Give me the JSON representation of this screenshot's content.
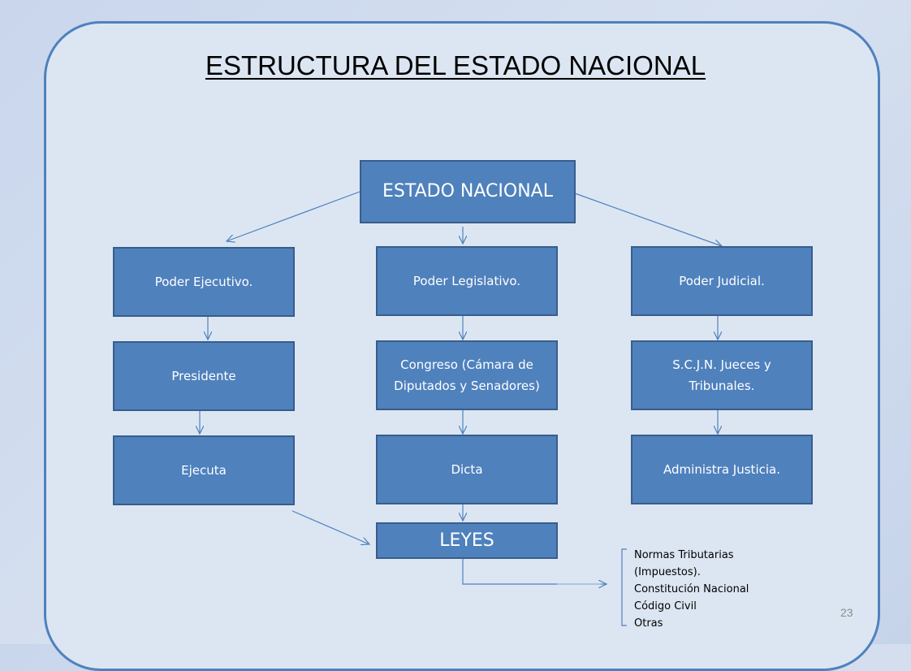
{
  "title": "ESTRUCTURA DEL ESTADO NACIONAL",
  "colors": {
    "box_fill": "#4f81bd",
    "box_border": "#385d8a",
    "frame_border": "#4f81bd",
    "frame_fill": "#dce6f2",
    "arrow": "#4f81bd"
  },
  "root": "ESTADO NACIONAL",
  "branches": [
    {
      "power": "Poder Ejecutivo.",
      "organ": "Presidente",
      "function": "Ejecuta"
    },
    {
      "power": "Poder Legislativo.",
      "organ": "Congreso (Cámara de Diputados y Senadores)",
      "function": "Dicta"
    },
    {
      "power": "Poder Judicial.",
      "organ": "S.C.J.N.  Jueces y Tribunales.",
      "function": "Administra Justicia."
    }
  ],
  "result": "LEYES",
  "laws": [
    "Normas Tributarias",
    "(Impuestos).",
    "Constitución Nacional",
    "Código Civil",
    "Otras"
  ],
  "page_number": "23"
}
